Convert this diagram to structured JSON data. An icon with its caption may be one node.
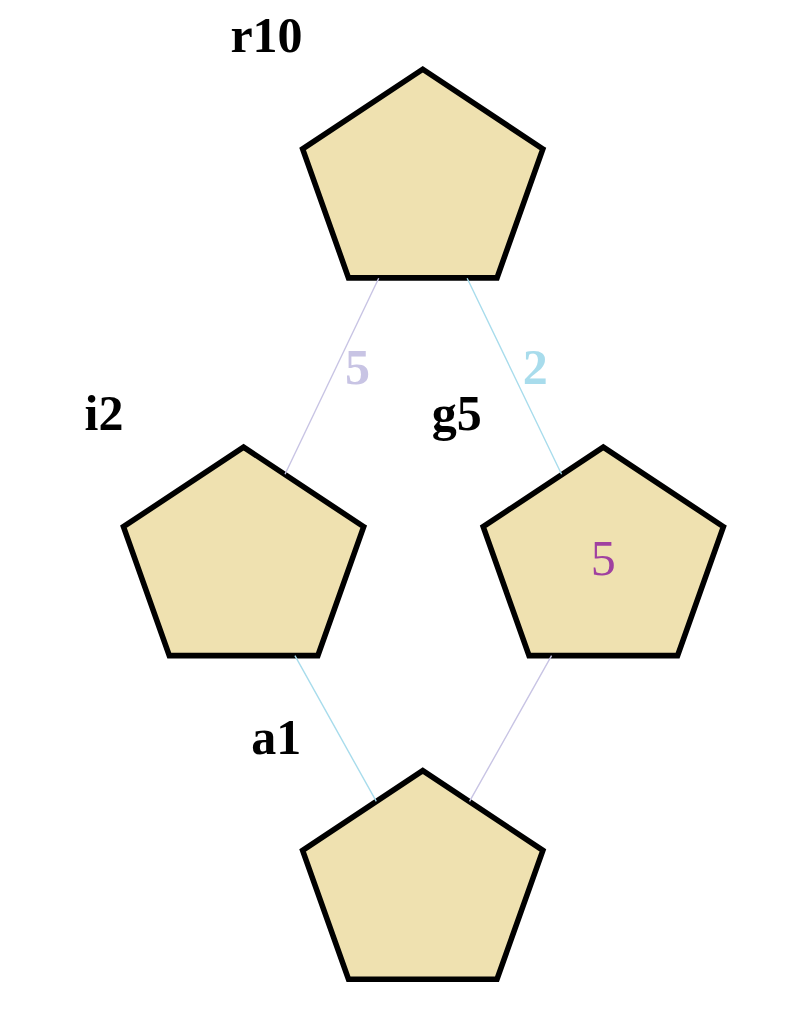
{
  "diagram": {
    "nodes": [
      {
        "text": [],
        "shape": "pentagon",
        "beside": [
          "r10"
        ]
      },
      {
        "text": [],
        "shape": "pentagon",
        "beside": [
          "i2"
        ]
      },
      {
        "text": [
          "5"
        ],
        "beside": [
          "g5"
        ]
      },
      {
        "text": [],
        "shape": "pentagon",
        "beside": [
          "a1"
        ]
      }
    ],
    "edges": [
      {
        "from": 0,
        "to": 1,
        "arrow": "none",
        "label": "5",
        "color": "#c8c4e4"
      },
      {
        "from": 0,
        "to": 2,
        "arrow": "none",
        "label": "2",
        "color": "#a8dcec"
      },
      {
        "from": 2,
        "to": 3,
        "arrow": "none",
        "color": "#c8c4e4"
      },
      {
        "from": 1,
        "to": 3,
        "arrow": "none",
        "color": "#a8dcec"
      }
    ]
  }
}
